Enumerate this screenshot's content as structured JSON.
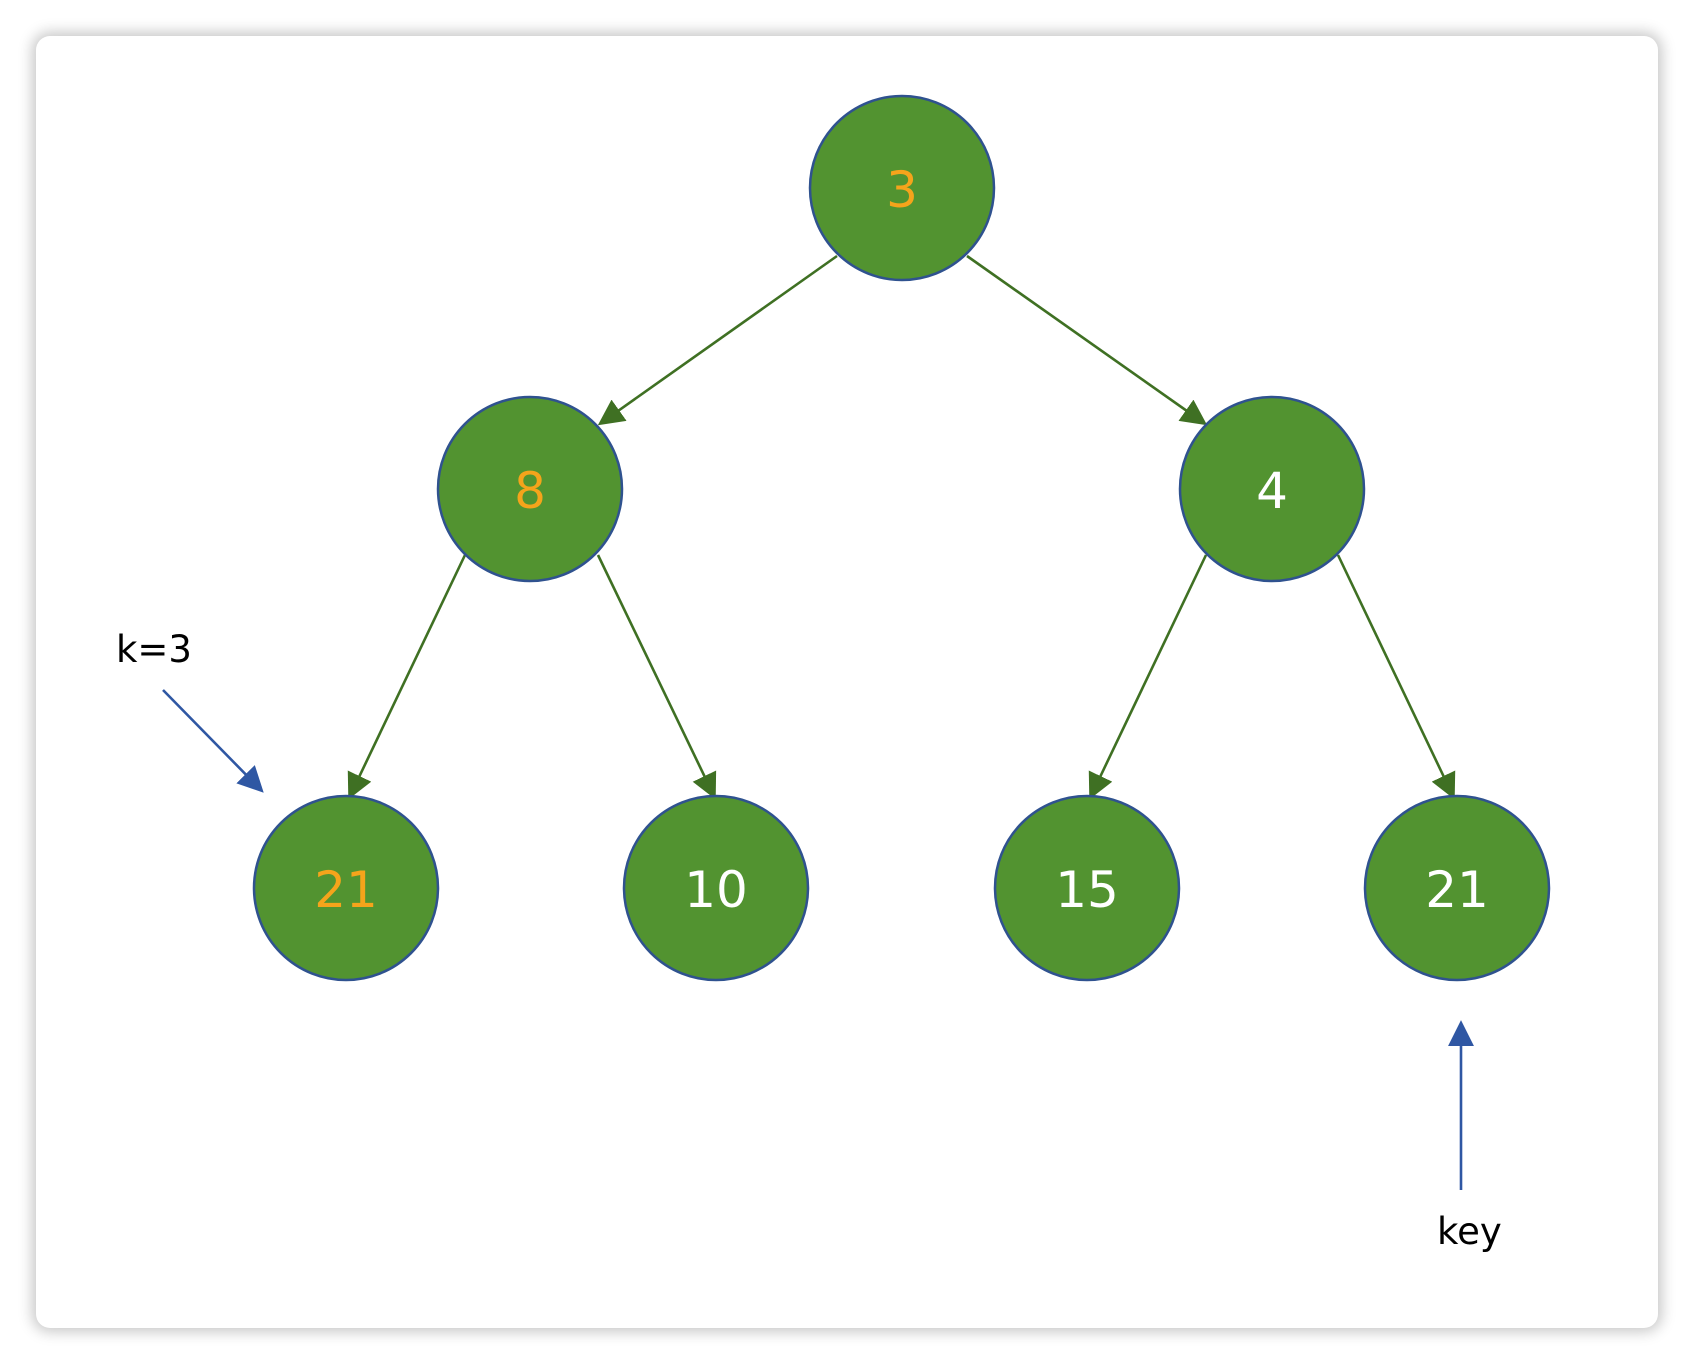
{
  "colors": {
    "node_fill": "#529330",
    "node_stroke": "#2f528f",
    "edge": "#3f7023",
    "pointer": "#2f57a3",
    "highlight_text": "#f5a41b",
    "normal_text": "#ffffff"
  },
  "tree": {
    "nodes": [
      {
        "id": "root",
        "value": "3",
        "highlight": true
      },
      {
        "id": "left",
        "value": "8",
        "highlight": true
      },
      {
        "id": "right",
        "value": "4",
        "highlight": false
      },
      {
        "id": "left-left",
        "value": "21",
        "highlight": true
      },
      {
        "id": "left-right",
        "value": "10",
        "highlight": false
      },
      {
        "id": "right-left",
        "value": "15",
        "highlight": false
      },
      {
        "id": "right-right",
        "value": "21",
        "highlight": false
      }
    ]
  },
  "annotations": {
    "k_label": "k=3",
    "key_label": "key"
  }
}
